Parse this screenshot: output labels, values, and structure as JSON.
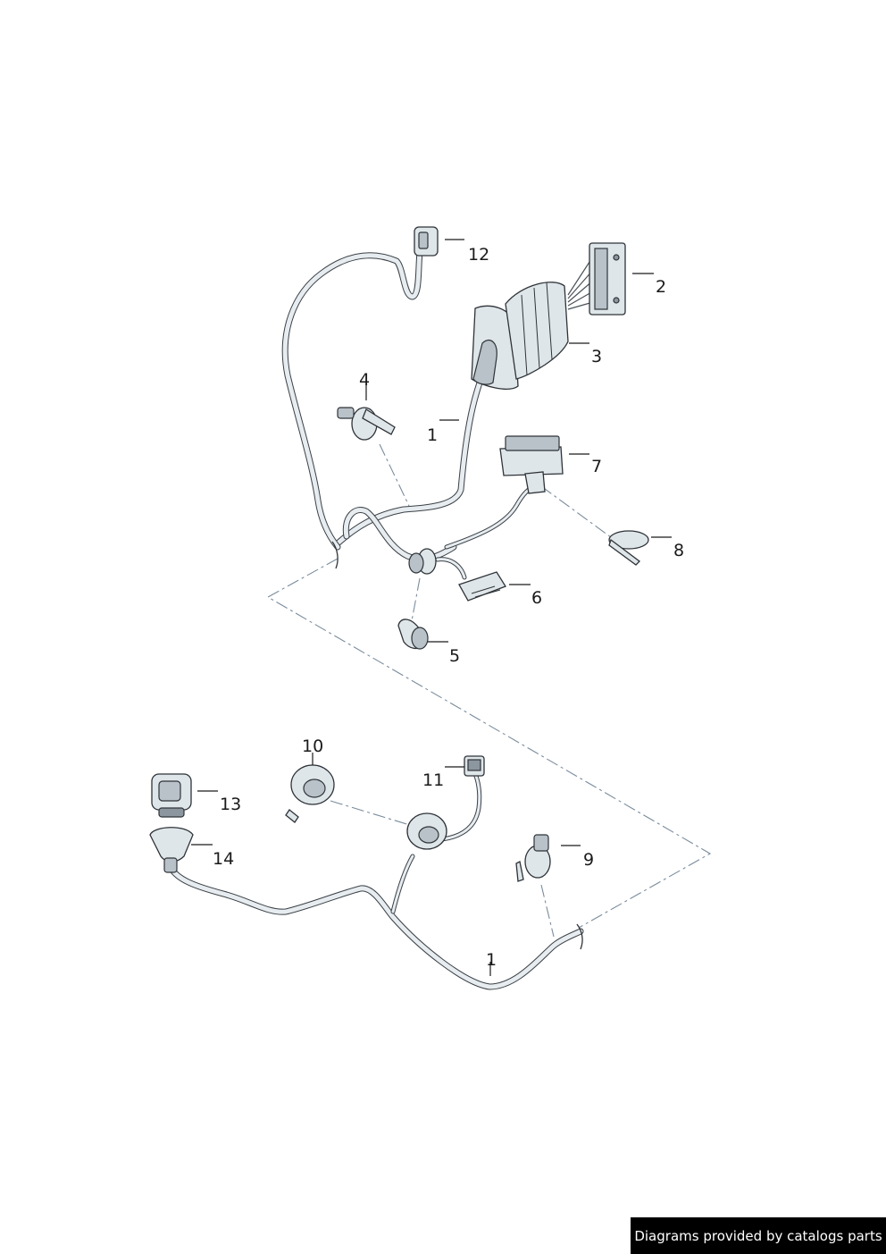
{
  "callouts": [
    {
      "id": "1",
      "label": "1"
    },
    {
      "id": "1b",
      "label": "1"
    },
    {
      "id": "2",
      "label": "2"
    },
    {
      "id": "3",
      "label": "3"
    },
    {
      "id": "4",
      "label": "4"
    },
    {
      "id": "5",
      "label": "5"
    },
    {
      "id": "6",
      "label": "6"
    },
    {
      "id": "7",
      "label": "7"
    },
    {
      "id": "8",
      "label": "8"
    },
    {
      "id": "9",
      "label": "9"
    },
    {
      "id": "10",
      "label": "10"
    },
    {
      "id": "11",
      "label": "11"
    },
    {
      "id": "12",
      "label": "12"
    },
    {
      "id": "13",
      "label": "13"
    },
    {
      "id": "14",
      "label": "14"
    }
  ],
  "credit": "Diagrams provided by catalogs parts",
  "colors": {
    "line": "#1a1a1a",
    "harness_fill": "#e6ecef",
    "outline": "#3a4046",
    "dash": "#7a8c9c",
    "credit_bg": "#000000",
    "credit_text": "#ffffff"
  }
}
